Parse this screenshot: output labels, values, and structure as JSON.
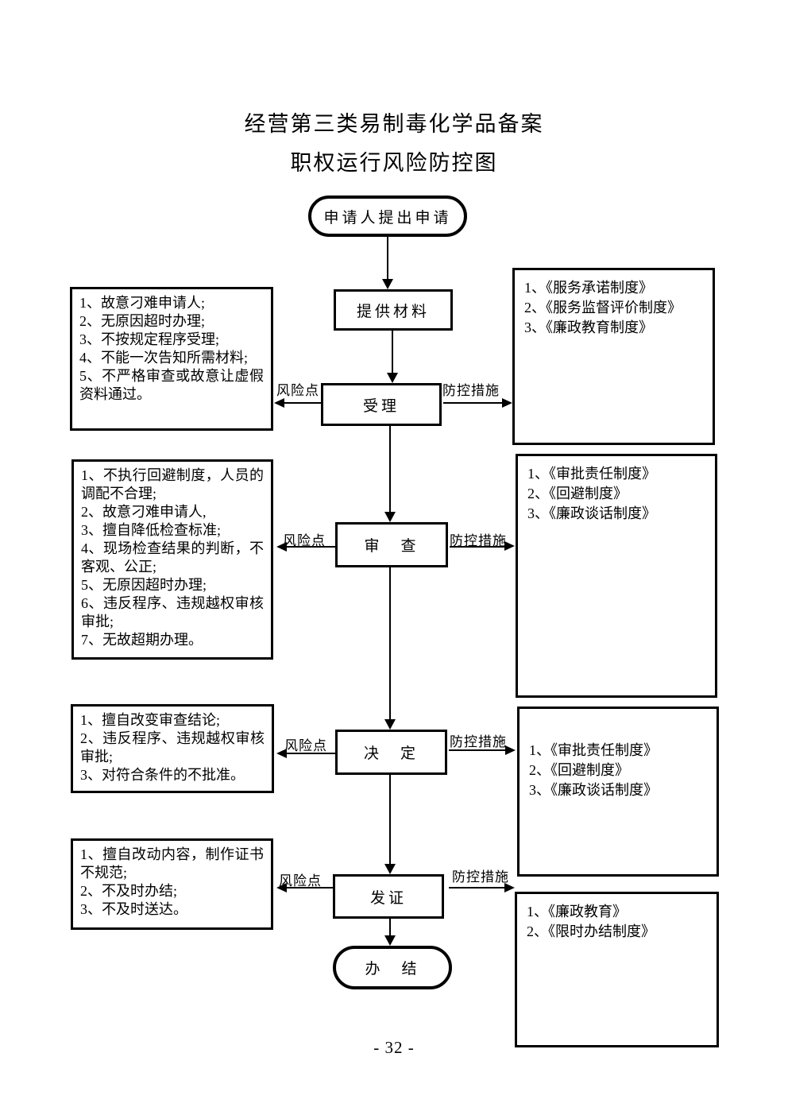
{
  "page": {
    "title_line1": "经营第三类易制毒化学品备案",
    "title_line2": "职权运行风险防控图",
    "page_number": "- 32 -"
  },
  "flow": {
    "start": "申请人提出申请",
    "step_material": "提供材料",
    "step_accept": "受理",
    "step_review": "审　查",
    "step_decide": "决　定",
    "step_issue": "发证",
    "end": "办　结"
  },
  "arrow_labels": {
    "risk": "风险点",
    "control": "防控措施"
  },
  "risk_boxes": [
    {
      "items": [
        "1、故意刁难申请人;",
        "2、无原因超时办理;",
        "3、不按规定程序受理;",
        "4、不能一次告知所需材料;",
        "5、不严格审查或故意让虚假资料通过。"
      ]
    },
    {
      "items": [
        "1、不执行回避制度，人员的调配不合理;",
        "2、故意刁难申请人,",
        "3、擅自降低检查标准;",
        "4、现场检查结果的判断，不客观、公正;",
        "5、无原因超时办理;",
        "6、违反程序、违规越权审核审批;",
        "7、无故超期办理。"
      ]
    },
    {
      "items": [
        "1、擅自改变审查结论;",
        "2、违反程序、违规越权审核审批;",
        "3、对符合条件的不批准。"
      ]
    },
    {
      "items": [
        "1、擅自改动内容，制作证书不规范;",
        "2、不及时办结;",
        "3、不及时送达。"
      ]
    }
  ],
  "control_boxes": [
    {
      "items": [
        "1、《服务承诺制度》",
        "2、《服务监督评价制度》",
        "3、《廉政教育制度》"
      ]
    },
    {
      "items": [
        "1、《审批责任制度》",
        "2、《回避制度》",
        "3、《廉政谈话制度》"
      ]
    },
    {
      "items": [
        "1、《审批责任制度》",
        "2、《回避制度》",
        "3、《廉政谈话制度》"
      ]
    },
    {
      "items": [
        "1、《廉政教育》",
        "2、《限时办结制度》"
      ]
    }
  ],
  "colors": {
    "ink": "#000000",
    "paper": "#ffffff"
  }
}
